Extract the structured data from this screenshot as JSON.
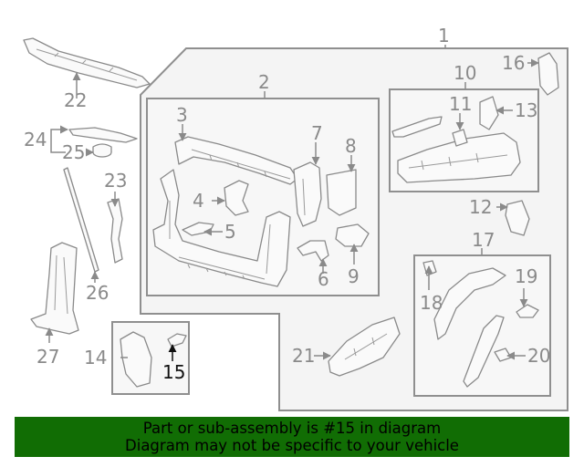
{
  "diagram": {
    "callouts": [
      "1",
      "2",
      "3",
      "4",
      "5",
      "6",
      "7",
      "8",
      "9",
      "10",
      "11",
      "12",
      "13",
      "14",
      "15",
      "16",
      "17",
      "18",
      "19",
      "20",
      "21",
      "22",
      "23",
      "24",
      "25",
      "26",
      "27"
    ],
    "highlighted_part": "15",
    "colors": {
      "highlight": "#111111",
      "callout": "#8a8a8a",
      "banner_bg": "#116d04"
    }
  },
  "banner": {
    "line1": "Part or sub-assembly is #15 in diagram",
    "line2": "Diagram may not be specific to your vehicle"
  }
}
